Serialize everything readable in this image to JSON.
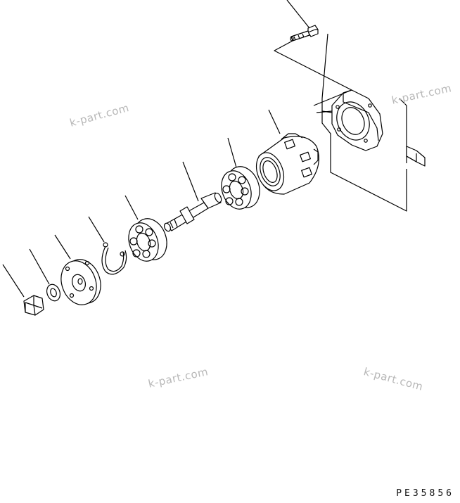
{
  "watermarks": [
    "k-part.com",
    "k-part.com",
    "k-part.com",
    "k-part.com"
  ],
  "drawing_code": "PE35856",
  "parts": [
    "nut",
    "washer",
    "flange",
    "snap-ring",
    "bearing",
    "shaft",
    "bearing",
    "housing",
    "bolt",
    "mounting-plate"
  ]
}
